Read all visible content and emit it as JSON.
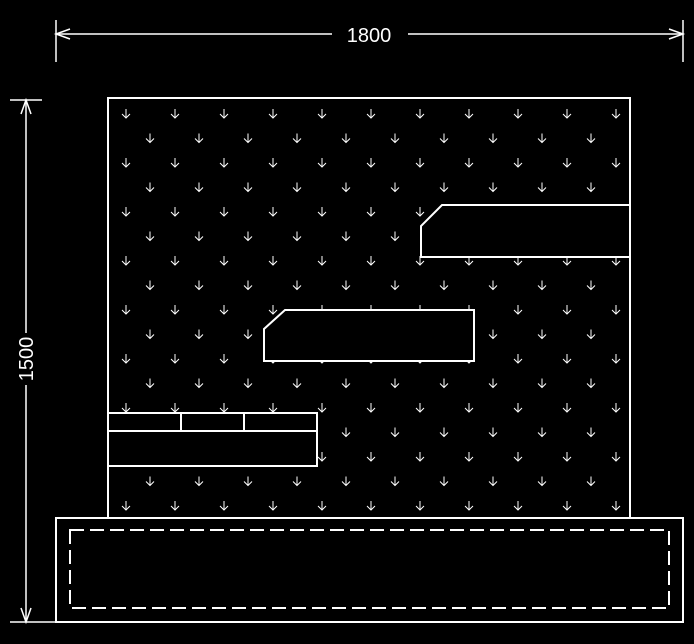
{
  "dimensions": {
    "width_label": "1800",
    "height_label": "1500"
  },
  "colors": {
    "background": "#000000",
    "line": "#ffffff"
  },
  "hatch_symbol": "arrow-down"
}
